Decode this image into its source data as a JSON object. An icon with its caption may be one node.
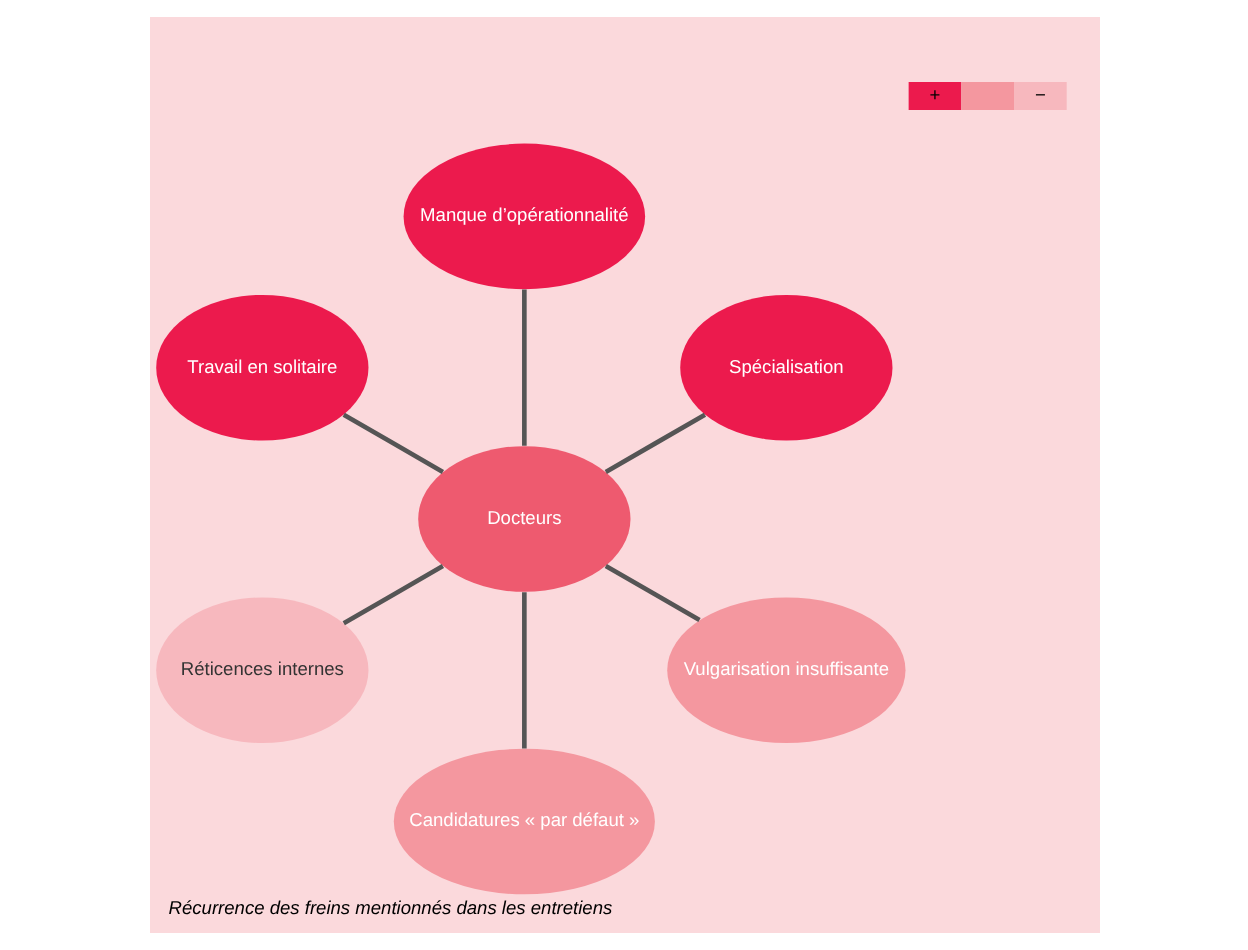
{
  "diagram": {
    "caption": "Récurrence des freins mentionnés dans les entretiens",
    "nodes": [
      {
        "text": [
          "Spécialisation"
        ]
      },
      {
        "text": [
          "Manque d’opérationnalité"
        ]
      },
      {
        "text": [
          "Travail en solitaire"
        ]
      },
      {
        "text": [
          "Réticences internes"
        ]
      },
      {
        "text": [
          "Docteurs"
        ]
      },
      {
        "text": [
          "Candidatures « par défaut »"
        ]
      },
      {
        "text": [
          "Vulgarisation insuffisante"
        ]
      }
    ],
    "edges": [
      {
        "from": 4,
        "to": 0,
        "arrow": "none"
      },
      {
        "from": 4,
        "to": 1,
        "arrow": "none"
      },
      {
        "from": 4,
        "to": 2,
        "arrow": "none"
      },
      {
        "from": 4,
        "to": 3,
        "arrow": "none"
      },
      {
        "from": 4,
        "to": 5,
        "arrow": "none"
      },
      {
        "from": 4,
        "to": 6,
        "arrow": "none"
      }
    ],
    "legend": [
      {
        "text": "+",
        "color": "#ec1a4d"
      },
      {
        "text": "−",
        "color": "#f7b8be"
      }
    ]
  }
}
